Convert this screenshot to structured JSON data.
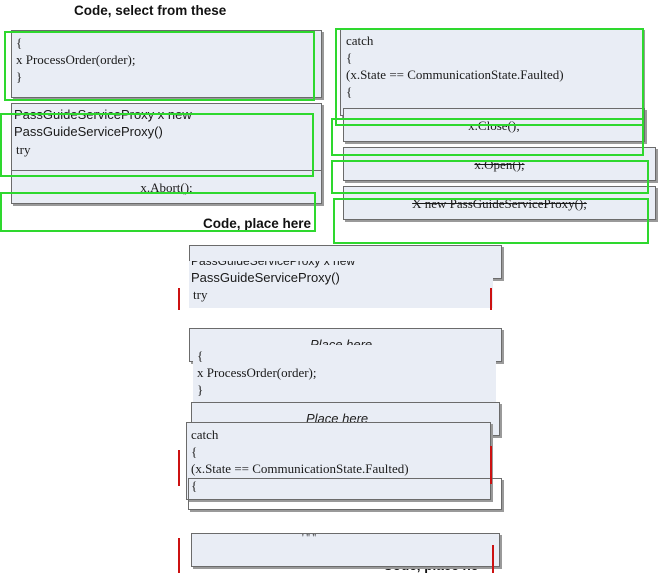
{
  "headings": {
    "select": "Code, select from these",
    "place_1": "Code, place here",
    "place_2": "Code, place he"
  },
  "source_blocks": {
    "process_order": [
      "{",
      "x ProcessOrder(order);",
      "}"
    ],
    "catch_block": [
      "catch",
      "{",
      "(x.State == CommunicationState.Faulted)",
      "{"
    ],
    "proxy_new": [
      "PassGuideServiceProxy x new",
      "PassGuideServiceProxy()",
      "try"
    ],
    "close": "x.Close();",
    "open": "x.Open();",
    "abort": "x.Abort();",
    "new_proxy": "X new PassGuideServiceProxy();"
  },
  "target_blocks": {
    "slot_1": [
      "PassGuideServiceProxy x new",
      "PassGuideServiceProxy()",
      "try"
    ],
    "slot_2_placeholder": "Place here",
    "slot_3": [
      "{",
      "x ProcessOrder(order);",
      "}"
    ],
    "slot_4_placeholder": "Place here",
    "slot_5": [
      "catch",
      "{",
      "(x.State == CommunicationState.Faulted)",
      "{"
    ],
    "slot_6_partial": "' '' ''"
  },
  "colors": {
    "highlight": "#2ed82e",
    "marker": "#cc1111",
    "box_fill": "#e9edf5"
  }
}
